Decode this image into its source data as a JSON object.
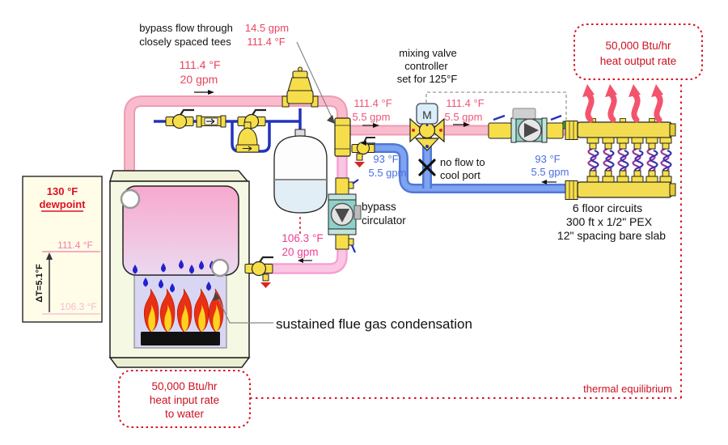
{
  "annotations": {
    "bypass_tees": {
      "line1": "bypass flow through",
      "line2": "closely spaced tees",
      "gpm": "14.5 gpm",
      "temp": "111.4 °F"
    },
    "supply": {
      "temp": "111.4 °F",
      "gpm": "20 gpm"
    },
    "mixing_valve": {
      "line1": "mixing valve",
      "line2": "controller",
      "line3": "set for 125°F",
      "actuator": "M"
    },
    "premix": {
      "temp": "111.4 °F",
      "gpm": "5.5 gpm"
    },
    "postmix": {
      "temp": "111.4 °F",
      "gpm": "5.5 gpm"
    },
    "no_flow": {
      "line1": "no flow to",
      "line2": "cool port"
    },
    "return_left": {
      "temp": "93 °F",
      "gpm": "5.5 gpm"
    },
    "return_right": {
      "temp": "93 °F",
      "gpm": "5.5 gpm"
    },
    "boiler_return": {
      "temp": "106.3 °F",
      "gpm": "20 gpm"
    },
    "bypass_circulator": {
      "line1": "bypass",
      "line2": "circulator"
    },
    "floor_circuits": {
      "line1": "6 floor circuits",
      "line2": "300 ft x 1/2\" PEX",
      "line3": "12\" spacing bare slab"
    },
    "heat_output": {
      "line1": "50,000 Btu/hr",
      "line2": "heat output rate"
    },
    "heat_input": {
      "line1": "50,000 Btu/hr",
      "line2": "heat input rate",
      "line3": "to water"
    },
    "thermal_equilibrium": "thermal equilibrium",
    "flue": "sustained flue gas condensation",
    "dewpoint_panel": {
      "line1": "130 °F",
      "line2": "dewpoint",
      "supply_temp": "111.4 °F",
      "delta": "ΔT=5.1°F",
      "return_temp": "106.3 °F"
    }
  },
  "colors": {
    "supply_pink": "#F8B4C6",
    "bypass_pink": "#FBC6E4",
    "return_blue": "#6E96ED",
    "feed_blue": "#2233BB",
    "component_yellow": "#F6DE4A",
    "pump_teal": "#8ED1CB",
    "annotation_red": "#CC1122",
    "temp_red_pink": "#E8455E",
    "temp_pink": "#EE5577",
    "temp_blue": "#4A6FE0",
    "temp_magenta": "#EE3D96",
    "sensor_green": "#44AA33"
  }
}
